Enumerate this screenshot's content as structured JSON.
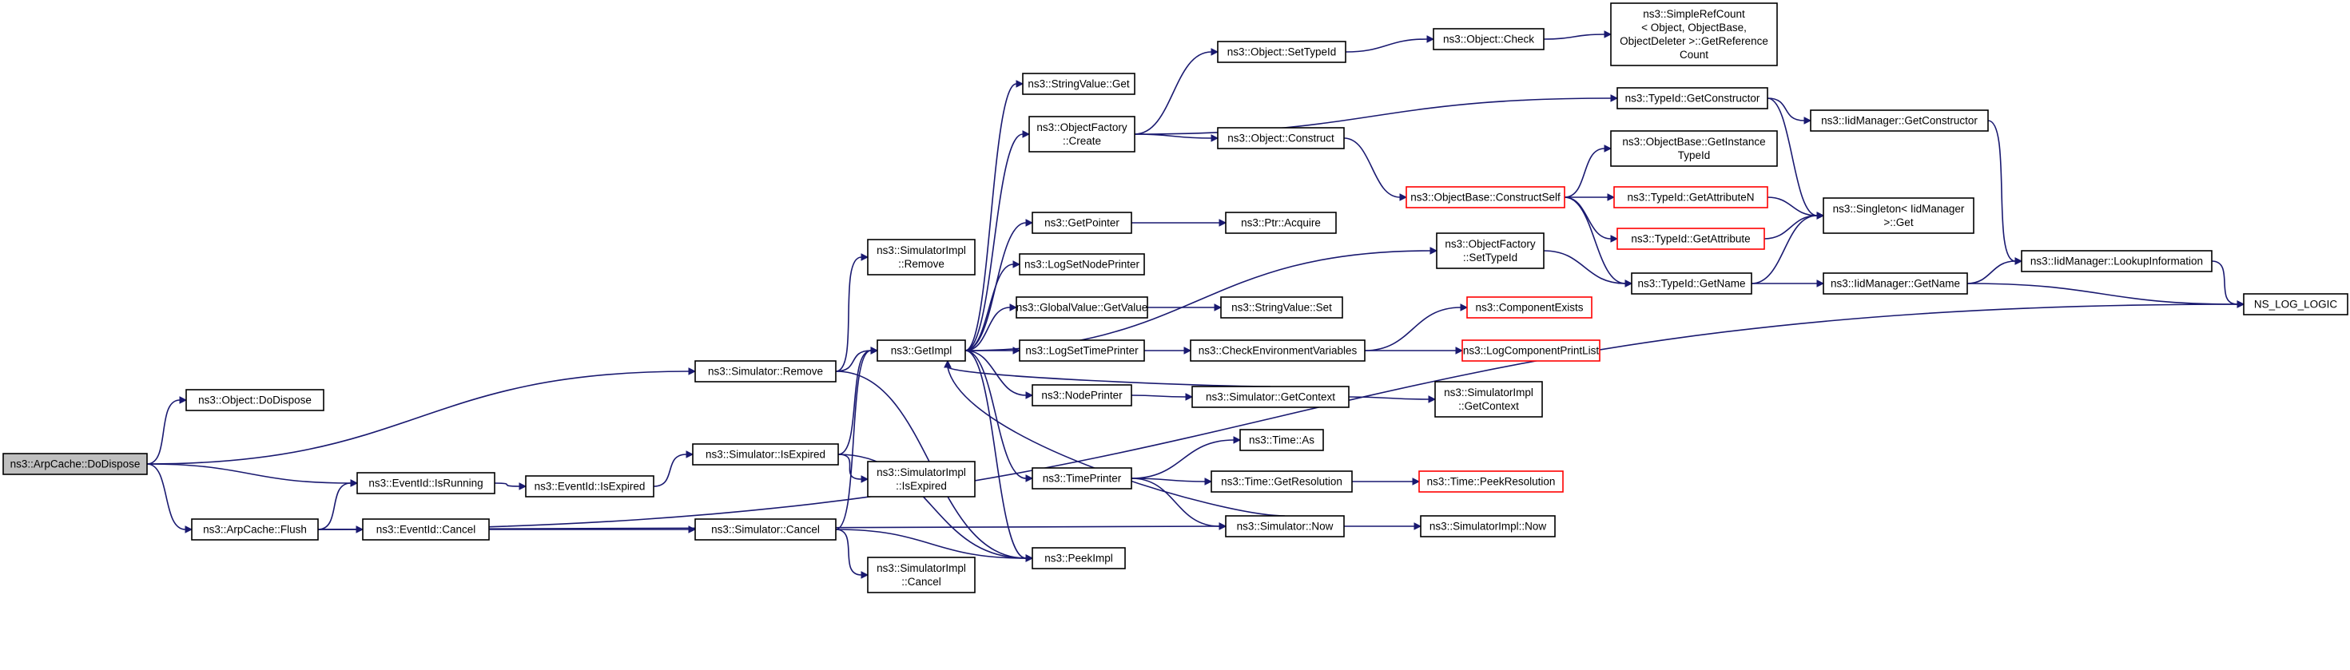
{
  "nodes": [
    {
      "id": "arp_dodispose",
      "lines": [
        "ns3::ArpCache::DoDispose"
      ],
      "kind": "root"
    },
    {
      "id": "obj_dodispose",
      "lines": [
        "ns3::Object::DoDispose"
      ]
    },
    {
      "id": "arp_flush",
      "lines": [
        "ns3::ArpCache::Flush"
      ]
    },
    {
      "id": "ev_isrunning",
      "lines": [
        "ns3::EventId::IsRunning"
      ]
    },
    {
      "id": "ev_cancel",
      "lines": [
        "ns3::EventId::Cancel"
      ]
    },
    {
      "id": "ev_isexpired",
      "lines": [
        "ns3::EventId::IsExpired"
      ]
    },
    {
      "id": "sim_remove",
      "lines": [
        "ns3::Simulator::Remove"
      ]
    },
    {
      "id": "sim_isexpired",
      "lines": [
        "ns3::Simulator::IsExpired"
      ]
    },
    {
      "id": "sim_cancel",
      "lines": [
        "ns3::Simulator::Cancel"
      ]
    },
    {
      "id": "simimpl_remove",
      "lines": [
        "ns3::SimulatorImpl",
        "::Remove"
      ]
    },
    {
      "id": "simimpl_isexpired",
      "lines": [
        "ns3::SimulatorImpl",
        "::IsExpired"
      ]
    },
    {
      "id": "simimpl_cancel",
      "lines": [
        "ns3::SimulatorImpl",
        "::Cancel"
      ]
    },
    {
      "id": "getimpl",
      "lines": [
        "ns3::GetImpl"
      ]
    },
    {
      "id": "peekimpl",
      "lines": [
        "ns3::PeekImpl"
      ]
    },
    {
      "id": "strval_get",
      "lines": [
        "ns3::StringValue::Get"
      ]
    },
    {
      "id": "objfactory_create",
      "lines": [
        "ns3::ObjectFactory",
        "::Create"
      ]
    },
    {
      "id": "getpointer",
      "lines": [
        "ns3::GetPointer"
      ]
    },
    {
      "id": "logsetnodeprinter",
      "lines": [
        "ns3::LogSetNodePrinter"
      ]
    },
    {
      "id": "globalvalue_getvalue",
      "lines": [
        "ns3::GlobalValue::GetValue"
      ]
    },
    {
      "id": "logsettimeprinter",
      "lines": [
        "ns3::LogSetTimePrinter"
      ]
    },
    {
      "id": "nodeprinter",
      "lines": [
        "ns3::NodePrinter"
      ]
    },
    {
      "id": "timeprinter",
      "lines": [
        "ns3::TimePrinter"
      ]
    },
    {
      "id": "obj_settypeid",
      "lines": [
        "ns3::Object::SetTypeId"
      ]
    },
    {
      "id": "obj_construct",
      "lines": [
        "ns3::Object::Construct"
      ]
    },
    {
      "id": "ptr_acquire",
      "lines": [
        "ns3::Ptr::Acquire"
      ]
    },
    {
      "id": "strval_set",
      "lines": [
        "ns3::StringValue::Set"
      ]
    },
    {
      "id": "checkenv",
      "lines": [
        "ns3::CheckEnvironmentVariables"
      ]
    },
    {
      "id": "sim_getcontext",
      "lines": [
        "ns3::Simulator::GetContext"
      ]
    },
    {
      "id": "time_as",
      "lines": [
        "ns3::Time::As"
      ]
    },
    {
      "id": "time_getresolution",
      "lines": [
        "ns3::Time::GetResolution"
      ]
    },
    {
      "id": "sim_now",
      "lines": [
        "ns3::Simulator::Now"
      ]
    },
    {
      "id": "obj_check",
      "lines": [
        "ns3::Object::Check"
      ]
    },
    {
      "id": "objbase_constructself",
      "lines": [
        "ns3::ObjectBase::ConstructSelf"
      ],
      "kind": "red"
    },
    {
      "id": "objfactory_settypeid",
      "lines": [
        "ns3::ObjectFactory",
        "::SetTypeId"
      ]
    },
    {
      "id": "componentexists",
      "lines": [
        "ns3::ComponentExists"
      ],
      "kind": "red"
    },
    {
      "id": "logcomponentprintlist",
      "lines": [
        "ns3::LogComponentPrintList"
      ],
      "kind": "red"
    },
    {
      "id": "simimpl_getcontext",
      "lines": [
        "ns3::SimulatorImpl",
        "::GetContext"
      ]
    },
    {
      "id": "time_peekresolution",
      "lines": [
        "ns3::Time::PeekResolution"
      ],
      "kind": "red"
    },
    {
      "id": "simimpl_now",
      "lines": [
        "ns3::SimulatorImpl::Now"
      ]
    },
    {
      "id": "simplerefcount",
      "lines": [
        "ns3::SimpleRefCount",
        "< Object, ObjectBase,",
        "ObjectDeleter >::GetReference",
        "Count"
      ]
    },
    {
      "id": "typeid_getconstructor",
      "lines": [
        "ns3::TypeId::GetConstructor"
      ]
    },
    {
      "id": "objbase_getinstancetypeid",
      "lines": [
        "ns3::ObjectBase::GetInstance",
        "TypeId"
      ]
    },
    {
      "id": "typeid_getattributen",
      "lines": [
        "ns3::TypeId::GetAttributeN"
      ],
      "kind": "red"
    },
    {
      "id": "typeid_getattribute",
      "lines": [
        "ns3::TypeId::GetAttribute"
      ],
      "kind": "red"
    },
    {
      "id": "typeid_getname",
      "lines": [
        "ns3::TypeId::GetName"
      ]
    },
    {
      "id": "iidmanager_getconstructor",
      "lines": [
        "ns3::IidManager::GetConstructor"
      ]
    },
    {
      "id": "singleton_get",
      "lines": [
        "ns3::Singleton< IidManager",
        ">::Get"
      ]
    },
    {
      "id": "iidmanager_getname",
      "lines": [
        "ns3::IidManager::GetName"
      ]
    },
    {
      "id": "iidmanager_lookupinformation",
      "lines": [
        "ns3::IidManager::LookupInformation"
      ]
    },
    {
      "id": "ns_log_logic",
      "lines": [
        "NS_LOG_LOGIC"
      ]
    }
  ],
  "edges": [
    [
      "arp_dodispose",
      "obj_dodispose"
    ],
    [
      "arp_dodispose",
      "sim_remove"
    ],
    [
      "arp_dodispose",
      "ev_isrunning"
    ],
    [
      "arp_dodispose",
      "arp_flush"
    ],
    [
      "arp_flush",
      "ev_isrunning"
    ],
    [
      "arp_flush",
      "ev_cancel"
    ],
    [
      "arp_flush",
      "sim_now"
    ],
    [
      "arp_flush",
      "ns_log_logic"
    ],
    [
      "ev_isrunning",
      "ev_isexpired"
    ],
    [
      "ev_isexpired",
      "sim_isexpired"
    ],
    [
      "ev_cancel",
      "sim_cancel"
    ],
    [
      "sim_remove",
      "simimpl_remove"
    ],
    [
      "sim_remove",
      "getimpl"
    ],
    [
      "sim_remove",
      "peekimpl"
    ],
    [
      "sim_isexpired",
      "getimpl"
    ],
    [
      "sim_isexpired",
      "simimpl_isexpired"
    ],
    [
      "sim_isexpired",
      "peekimpl"
    ],
    [
      "sim_cancel",
      "getimpl"
    ],
    [
      "sim_cancel",
      "peekimpl"
    ],
    [
      "sim_cancel",
      "simimpl_cancel"
    ],
    [
      "getimpl",
      "strval_get"
    ],
    [
      "getimpl",
      "objfactory_create"
    ],
    [
      "getimpl",
      "objfactory_settypeid"
    ],
    [
      "getimpl",
      "getpointer"
    ],
    [
      "getimpl",
      "logsetnodeprinter"
    ],
    [
      "getimpl",
      "globalvalue_getvalue"
    ],
    [
      "getimpl",
      "logsettimeprinter"
    ],
    [
      "getimpl",
      "nodeprinter"
    ],
    [
      "getimpl",
      "timeprinter"
    ],
    [
      "getimpl",
      "peekimpl"
    ],
    [
      "objfactory_create",
      "obj_settypeid"
    ],
    [
      "objfactory_create",
      "typeid_getconstructor"
    ],
    [
      "objfactory_create",
      "obj_construct"
    ],
    [
      "obj_settypeid",
      "obj_check"
    ],
    [
      "obj_check",
      "simplerefcount"
    ],
    [
      "obj_construct",
      "objbase_constructself"
    ],
    [
      "getpointer",
      "ptr_acquire"
    ],
    [
      "globalvalue_getvalue",
      "strval_set"
    ],
    [
      "logsettimeprinter",
      "checkenv"
    ],
    [
      "checkenv",
      "componentexists"
    ],
    [
      "checkenv",
      "logcomponentprintlist"
    ],
    [
      "nodeprinter",
      "sim_getcontext"
    ],
    [
      "sim_getcontext",
      "getimpl"
    ],
    [
      "sim_getcontext",
      "simimpl_getcontext"
    ],
    [
      "timeprinter",
      "time_as"
    ],
    [
      "timeprinter",
      "time_getresolution"
    ],
    [
      "timeprinter",
      "sim_now"
    ],
    [
      "time_getresolution",
      "time_peekresolution"
    ],
    [
      "sim_now",
      "getimpl"
    ],
    [
      "sim_now",
      "simimpl_now"
    ],
    [
      "objfactory_settypeid",
      "typeid_getname"
    ],
    [
      "objbase_constructself",
      "objbase_getinstancetypeid"
    ],
    [
      "objbase_constructself",
      "typeid_getattributen"
    ],
    [
      "objbase_constructself",
      "typeid_getattribute"
    ],
    [
      "objbase_constructself",
      "typeid_getname"
    ],
    [
      "typeid_getconstructor",
      "iidmanager_getconstructor"
    ],
    [
      "typeid_getconstructor",
      "singleton_get"
    ],
    [
      "typeid_getattributen",
      "singleton_get"
    ],
    [
      "typeid_getattribute",
      "singleton_get"
    ],
    [
      "typeid_getname",
      "singleton_get"
    ],
    [
      "typeid_getname",
      "iidmanager_getname"
    ],
    [
      "iidmanager_getconstructor",
      "iidmanager_lookupinformation"
    ],
    [
      "iidmanager_getname",
      "iidmanager_lookupinformation"
    ],
    [
      "iidmanager_getname",
      "ns_log_logic"
    ],
    [
      "iidmanager_lookupinformation",
      "ns_log_logic"
    ]
  ]
}
